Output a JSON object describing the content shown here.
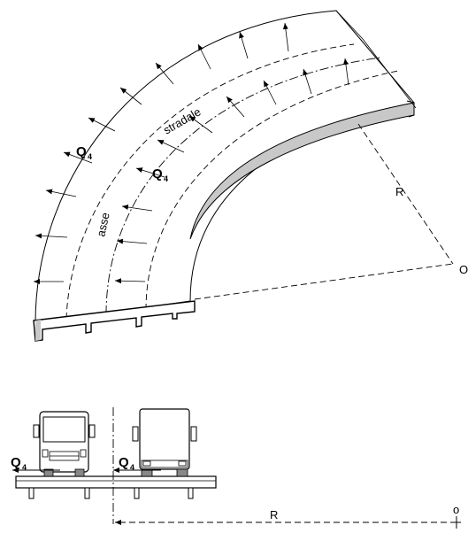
{
  "plan": {
    "load_label": "Q",
    "load_subscript": "4",
    "lane_label_axis": "asse",
    "lane_label_road": "stradale",
    "radius_label": "R",
    "center_label": "O"
  },
  "section": {
    "load_label": "Q",
    "load_subscript": "4",
    "radius_label": "R",
    "center_label": "o"
  }
}
